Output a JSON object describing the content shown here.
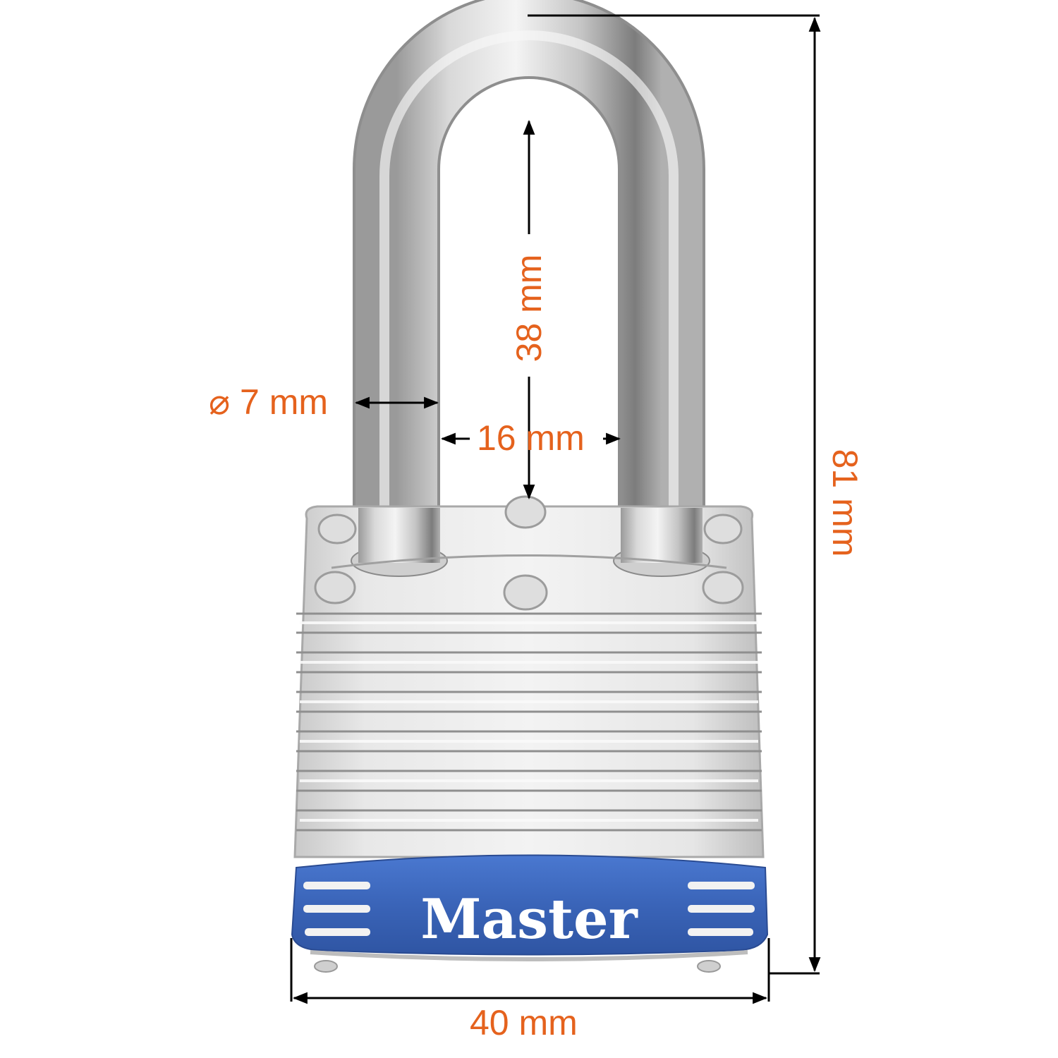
{
  "product": {
    "type": "laminated steel padlock",
    "brand_text": "Master",
    "colors": {
      "band_blue": "#3a64b8",
      "band_stripes": "#f2f2f2",
      "steel": "#d8d8d8",
      "dimension_text": "#e5621d",
      "dimension_lines": "#000000",
      "background": "#ffffff"
    }
  },
  "dimensions": {
    "overall_height": "81 mm",
    "body_width": "40 mm",
    "shackle_clearance_height": "38 mm",
    "shackle_inner_width": "16 mm",
    "shackle_diameter": "⌀ 7 mm"
  }
}
